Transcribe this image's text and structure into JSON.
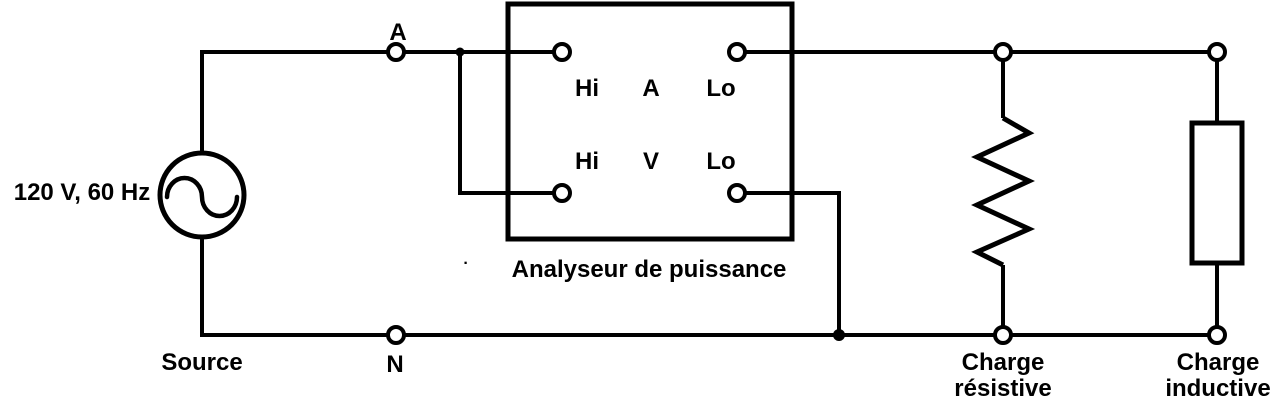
{
  "diagram": {
    "type": "circuit-diagram",
    "colors": {
      "line": "#000000",
      "background": "#ffffff"
    },
    "source": {
      "rating": "120 V, 60 Hz",
      "label": "Source",
      "terminal_top": "A",
      "terminal_bottom": "N"
    },
    "analyzer": {
      "label": "Analyseur de puissance",
      "current_row": {
        "left": "Hi",
        "center": "A",
        "right": "Lo"
      },
      "voltage_row": {
        "left": "Hi",
        "center": "V",
        "right": "Lo"
      }
    },
    "loads": {
      "resistive": {
        "line1": "Charge",
        "line2": "résistive"
      },
      "inductive": {
        "line1": "Charge",
        "line2": "inductive"
      }
    },
    "stray_mark": "·"
  }
}
